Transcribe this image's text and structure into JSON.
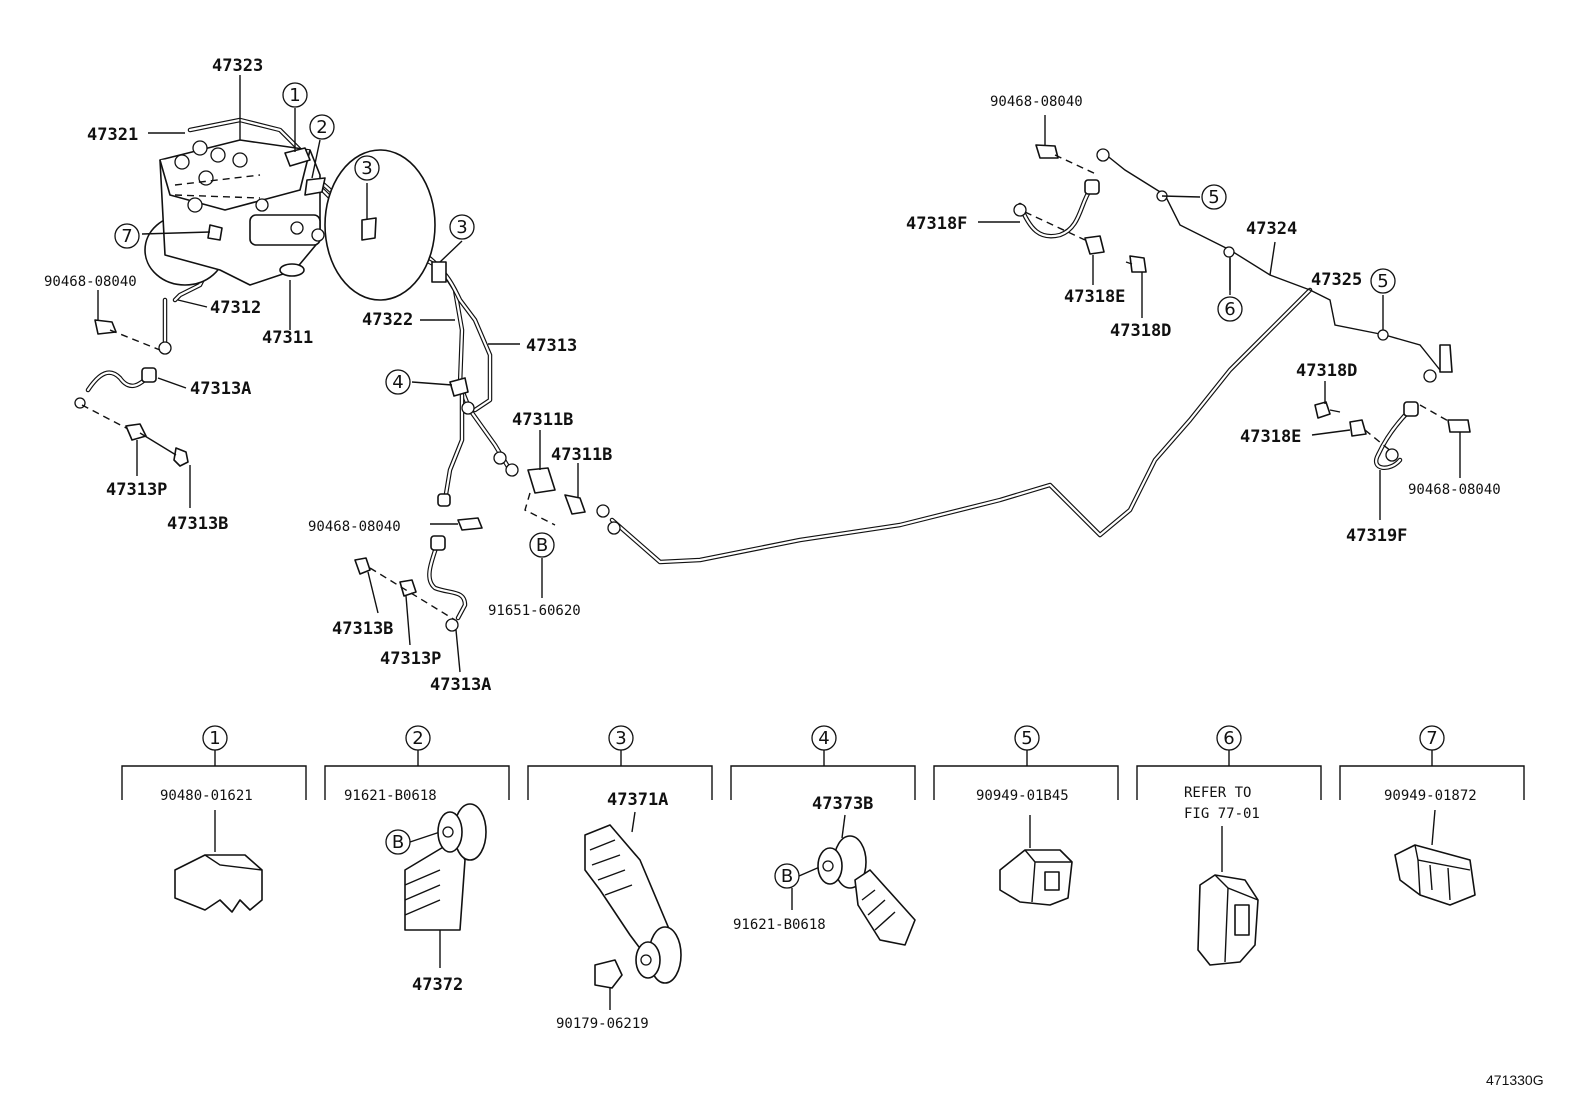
{
  "labels": {
    "p47323": "47323",
    "p47321": "47321",
    "p90468_a": "90468-08040",
    "p47312": "47312",
    "p47311": "47311",
    "p47313A_a": "47313A",
    "p47313P_a": "47313P",
    "p47313B_a": "47313B",
    "p47322": "47322",
    "p47313": "47313",
    "p47311B_a": "47311B",
    "p47311B_b": "47311B",
    "p90468_b": "90468-08040",
    "p91651": "91651-60620",
    "p47313B_b": "47313B",
    "p47313P_b": "47313P",
    "p47313A_b": "47313A",
    "p90468_c": "90468-08040",
    "p47318F": "47318F",
    "p47318E_a": "47318E",
    "p47318D_a": "47318D",
    "p47324": "47324",
    "p47325": "47325",
    "p47318D_b": "47318D",
    "p47318E_b": "47318E",
    "p90468_d": "90468-08040",
    "p47319F": "47319F"
  },
  "callouts": {
    "c1": "1",
    "c2": "2",
    "c3a": "3",
    "c3b": "3",
    "c4": "4",
    "c5a": "5",
    "c5b": "5",
    "c6": "6",
    "c7": "7",
    "cB": "B"
  },
  "details": {
    "d1": {
      "num": "1",
      "part": "90480-01621"
    },
    "d2": {
      "num": "2",
      "part": "91621-B0618",
      "ref": "B",
      "sub": "47372"
    },
    "d3": {
      "num": "3",
      "part": "47371A",
      "sub": "90179-06219"
    },
    "d4": {
      "num": "4",
      "part": "47373B",
      "ref": "B",
      "sub": "91621-B0618"
    },
    "d5": {
      "num": "5",
      "part": "90949-01B45"
    },
    "d6": {
      "num": "6",
      "line1": "REFER TO",
      "line2": "FIG 77-01"
    },
    "d7": {
      "num": "7",
      "part": "90949-01872"
    }
  },
  "figure_code": "471330G"
}
